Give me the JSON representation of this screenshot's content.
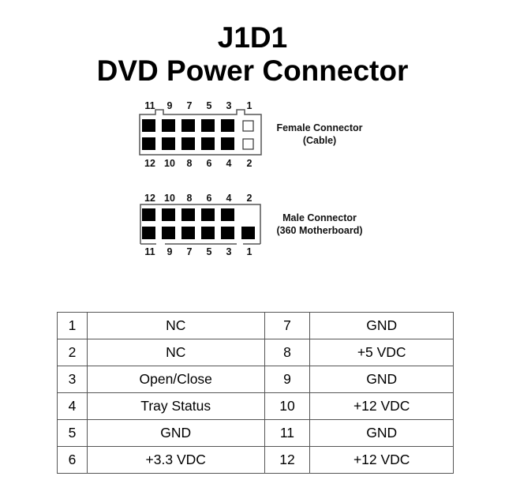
{
  "title": {
    "line1": "J1D1",
    "line2": "DVD Power Connector"
  },
  "female_connector": {
    "label_line1": "Female Connector",
    "label_line2": "(Cable)",
    "top_pins": [
      "11",
      "9",
      "7",
      "5",
      "3",
      "1"
    ],
    "bottom_pins": [
      "12",
      "10",
      "8",
      "6",
      "4",
      "2"
    ],
    "top_row_filled": [
      true,
      true,
      true,
      true,
      true,
      false
    ],
    "bottom_row_filled": [
      true,
      true,
      true,
      true,
      true,
      false
    ]
  },
  "male_connector": {
    "label_line1": "Male Connector",
    "label_line2": "(360 Motherboard)",
    "top_pins": [
      "12",
      "10",
      "8",
      "6",
      "4",
      "2"
    ],
    "bottom_pins": [
      "11",
      "9",
      "7",
      "5",
      "3",
      "1"
    ],
    "top_row_present": [
      true,
      true,
      true,
      true,
      true,
      false
    ],
    "bottom_row_present": [
      true,
      true,
      true,
      true,
      true,
      true
    ]
  },
  "pinout": [
    {
      "pin_a": "1",
      "signal_a": "NC",
      "pin_b": "7",
      "signal_b": "GND"
    },
    {
      "pin_a": "2",
      "signal_a": "NC",
      "pin_b": "8",
      "signal_b": "+5 VDC"
    },
    {
      "pin_a": "3",
      "signal_a": "Open/Close",
      "pin_b": "9",
      "signal_b": "GND"
    },
    {
      "pin_a": "4",
      "signal_a": "Tray Status",
      "pin_b": "10",
      "signal_b": "+12 VDC"
    },
    {
      "pin_a": "5",
      "signal_a": "GND",
      "pin_b": "11",
      "signal_b": "GND"
    },
    {
      "pin_a": "6",
      "signal_a": "+3.3 VDC",
      "pin_b": "12",
      "signal_b": "+12 VDC"
    }
  ],
  "colors": {
    "pin_fill": "#000000",
    "outline": "#555555",
    "background": "#ffffff"
  }
}
